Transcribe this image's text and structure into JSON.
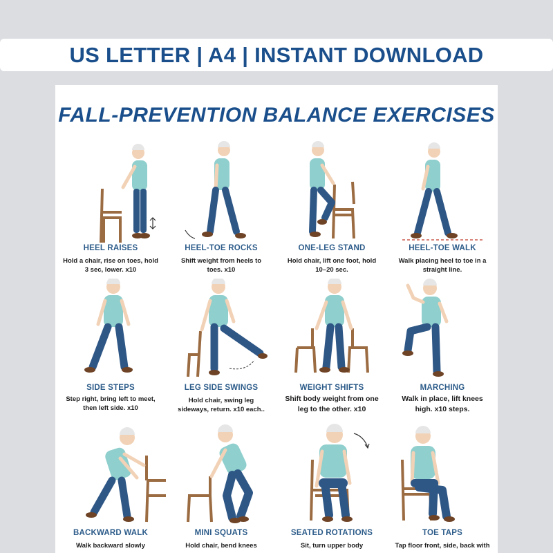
{
  "banner": {
    "text": "US LETTER | A4 | INSTANT DOWNLOAD"
  },
  "poster": {
    "title": "FALL-PREVENTION BALANCE EXERCISES"
  },
  "colors": {
    "background": "#dcdde1",
    "title_blue": "#1a4f8c",
    "label_blue": "#2d5c8a",
    "shirt": "#8fcfcd",
    "pants": "#2f5786",
    "chair": "#9b6b42",
    "skin": "#f2d2b6",
    "hair": "#e6e6e6",
    "shoes": "#6e4326"
  },
  "exercises": [
    {
      "title": "HEEL RAISES",
      "desc": "Hold a chair, rise on toes, hold 3 sec, lower. x10",
      "icon": "heel-raise-figure-icon"
    },
    {
      "title": "HEEL-TOE ROCKS",
      "desc": "Shift weight from heels to toes. x10",
      "icon": "heel-toe-rock-figure-icon"
    },
    {
      "title": "ONE-LEG STAND",
      "desc": "Hold chair, lift one foot, hold 10–20 sec.",
      "icon": "one-leg-stand-figure-icon"
    },
    {
      "title": "HEEL-TOE WALK",
      "desc": "Walk placing heel to toe in a straight line.",
      "icon": "heel-toe-walk-figure-icon"
    },
    {
      "title": "SIDE STEPS",
      "desc": "Step right, bring left to meet, then left side. x10",
      "icon": "side-steps-figure-icon"
    },
    {
      "title": "LEG SIDE SWINGS",
      "desc": "Hold chair, swing leg sideways, return. x10 each..",
      "icon": "leg-side-swing-figure-icon"
    },
    {
      "title": "WEIGHT SHIFTS",
      "desc": "Shift body weight from one leg to the other. x10",
      "icon": "weight-shift-figure-icon"
    },
    {
      "title": "MARCHING",
      "desc": "Walk in place, lift knees high. x10 steps.",
      "icon": "marching-figure-icon"
    },
    {
      "title": "BACKWARD WALK",
      "desc": "Walk backward slowly",
      "icon": "backward-walk-figure-icon"
    },
    {
      "title": "MINI SQUATS",
      "desc": "Hold chair, bend knees",
      "icon": "mini-squat-figure-icon"
    },
    {
      "title": "SEATED ROTATIONS",
      "desc": "Sit, turn upper body",
      "icon": "seated-rotation-figure-icon"
    },
    {
      "title": "TOE TAPS",
      "desc": "Tap floor front, side, back with",
      "icon": "toe-tap-figure-icon"
    }
  ]
}
